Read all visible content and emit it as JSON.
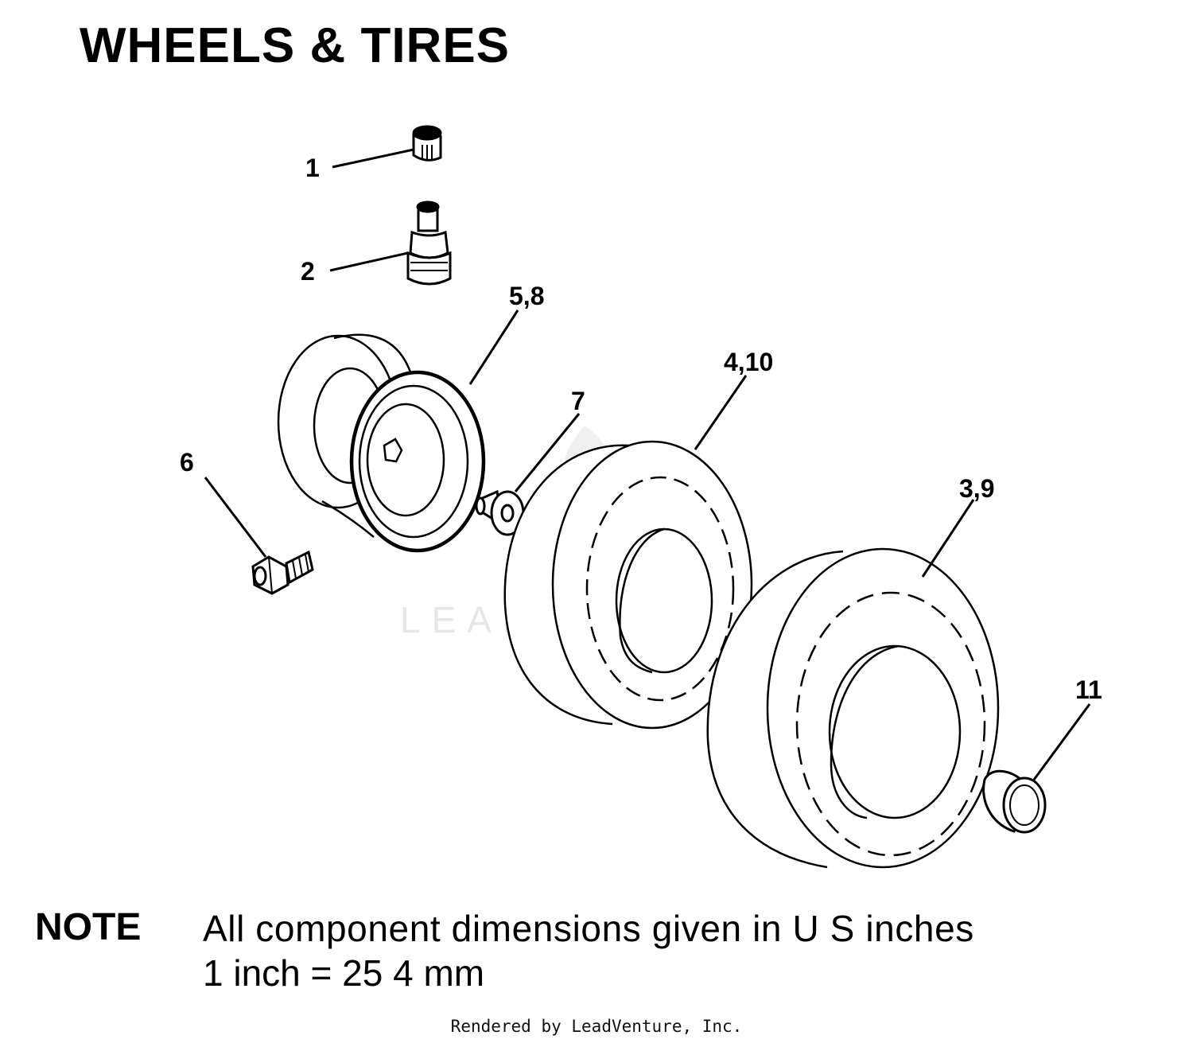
{
  "title": "WHEELS & TIRES",
  "callouts": {
    "c1": "1",
    "c2": "2",
    "c5_8": "5,8",
    "c6": "6",
    "c7": "7",
    "c4_10": "4,10",
    "c3_9": "3,9",
    "c11": "11"
  },
  "watermark": "LEADVENTURE",
  "note": {
    "label": "NOTE",
    "line1": "All component dimensions given in U S  inches",
    "line2": "1 inch = 25 4 mm"
  },
  "footer": "Rendered by LeadVenture, Inc.",
  "colors": {
    "ink": "#000000",
    "watermark": "#e6e6e6",
    "background": "#ffffff"
  }
}
